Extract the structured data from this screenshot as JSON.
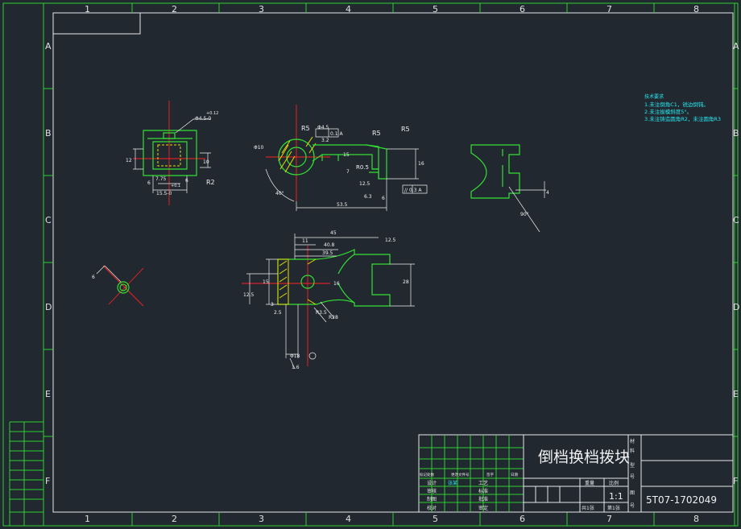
{
  "frame": {
    "columns": [
      "1",
      "2",
      "3",
      "4",
      "5",
      "6",
      "7",
      "8"
    ],
    "rows": [
      "A",
      "B",
      "C",
      "D",
      "E",
      "F"
    ]
  },
  "notes": {
    "title": "技术要求",
    "lines": [
      "1.未注倒角C1，锐边倒钝。",
      "2.未注拔模斜度5°。",
      "3.未注铸造圆角R2，未注圆角R3"
    ]
  },
  "dims": {
    "v1_tol": "+0.12",
    "v1_dia": "Φ4.5-0",
    "v1_h": "12",
    "v1_w1": "7.75",
    "v1_tol2": "+0.1",
    "v1_w2": "15.5-0",
    "v1_6a": "6",
    "v1_6b": "6",
    "v1_10": "10",
    "v1_r2": "R2",
    "v2_phi10": "Φ10",
    "v2_r5a": "R5",
    "v2_phi45": "Φ4.5",
    "v2_32": "3.2",
    "v2_tolbox": "0.1 A",
    "v2_r5b": "R5",
    "v2_r5c": "R5",
    "v2_16": "16",
    "v2_15": "15",
    "v2_7": "7",
    "v2_r05": "R0.5",
    "v2_125": "12.5",
    "v2_63": "6.3",
    "v2_6": "6",
    "v2_par": "// 0.3 A",
    "v2_ang": "40°",
    "v2_535": "53.5",
    "v4_45": "45",
    "v4_11": "11",
    "v4_408": "40.8",
    "v4_395": "39.5",
    "v4_rough": "12.5",
    "v4_28": "28",
    "v4_16": "16",
    "v4_15": "15",
    "v4_125": "12.5",
    "v4_3": "3",
    "v4_25": "2.5",
    "v4_r35": "R3.5",
    "v4_r28": "R28",
    "v4_phi18": "Φ18",
    "v4_16b": "1.6",
    "v5_6": "6",
    "v3_4": "4",
    "v3_ang": "90°"
  },
  "title_block": {
    "part_name": "倒档换档拨块",
    "drawing_no": "5T07-1702049",
    "scale_label": "比例",
    "scale_value": "1:1",
    "weight_label": "重量",
    "sheet_total": "共1张",
    "sheet_no": "第1张",
    "row_labels": [
      "设计",
      "审核",
      "制图",
      "校对"
    ],
    "designer": "张某",
    "col_labels": [
      "工艺",
      "标准",
      "批准",
      "审定"
    ],
    "change_labels": [
      "标记处数",
      "更改文件号",
      "签字",
      "日期"
    ],
    "side_labels": [
      "材",
      "料",
      "型",
      "号",
      "图",
      "号"
    ]
  },
  "colors": {
    "frame": "#2fd12f",
    "part": "#33e033",
    "center": "#ff2020",
    "hatch": "#e8e000",
    "note": "#28e8f0",
    "bg": "#212830"
  }
}
